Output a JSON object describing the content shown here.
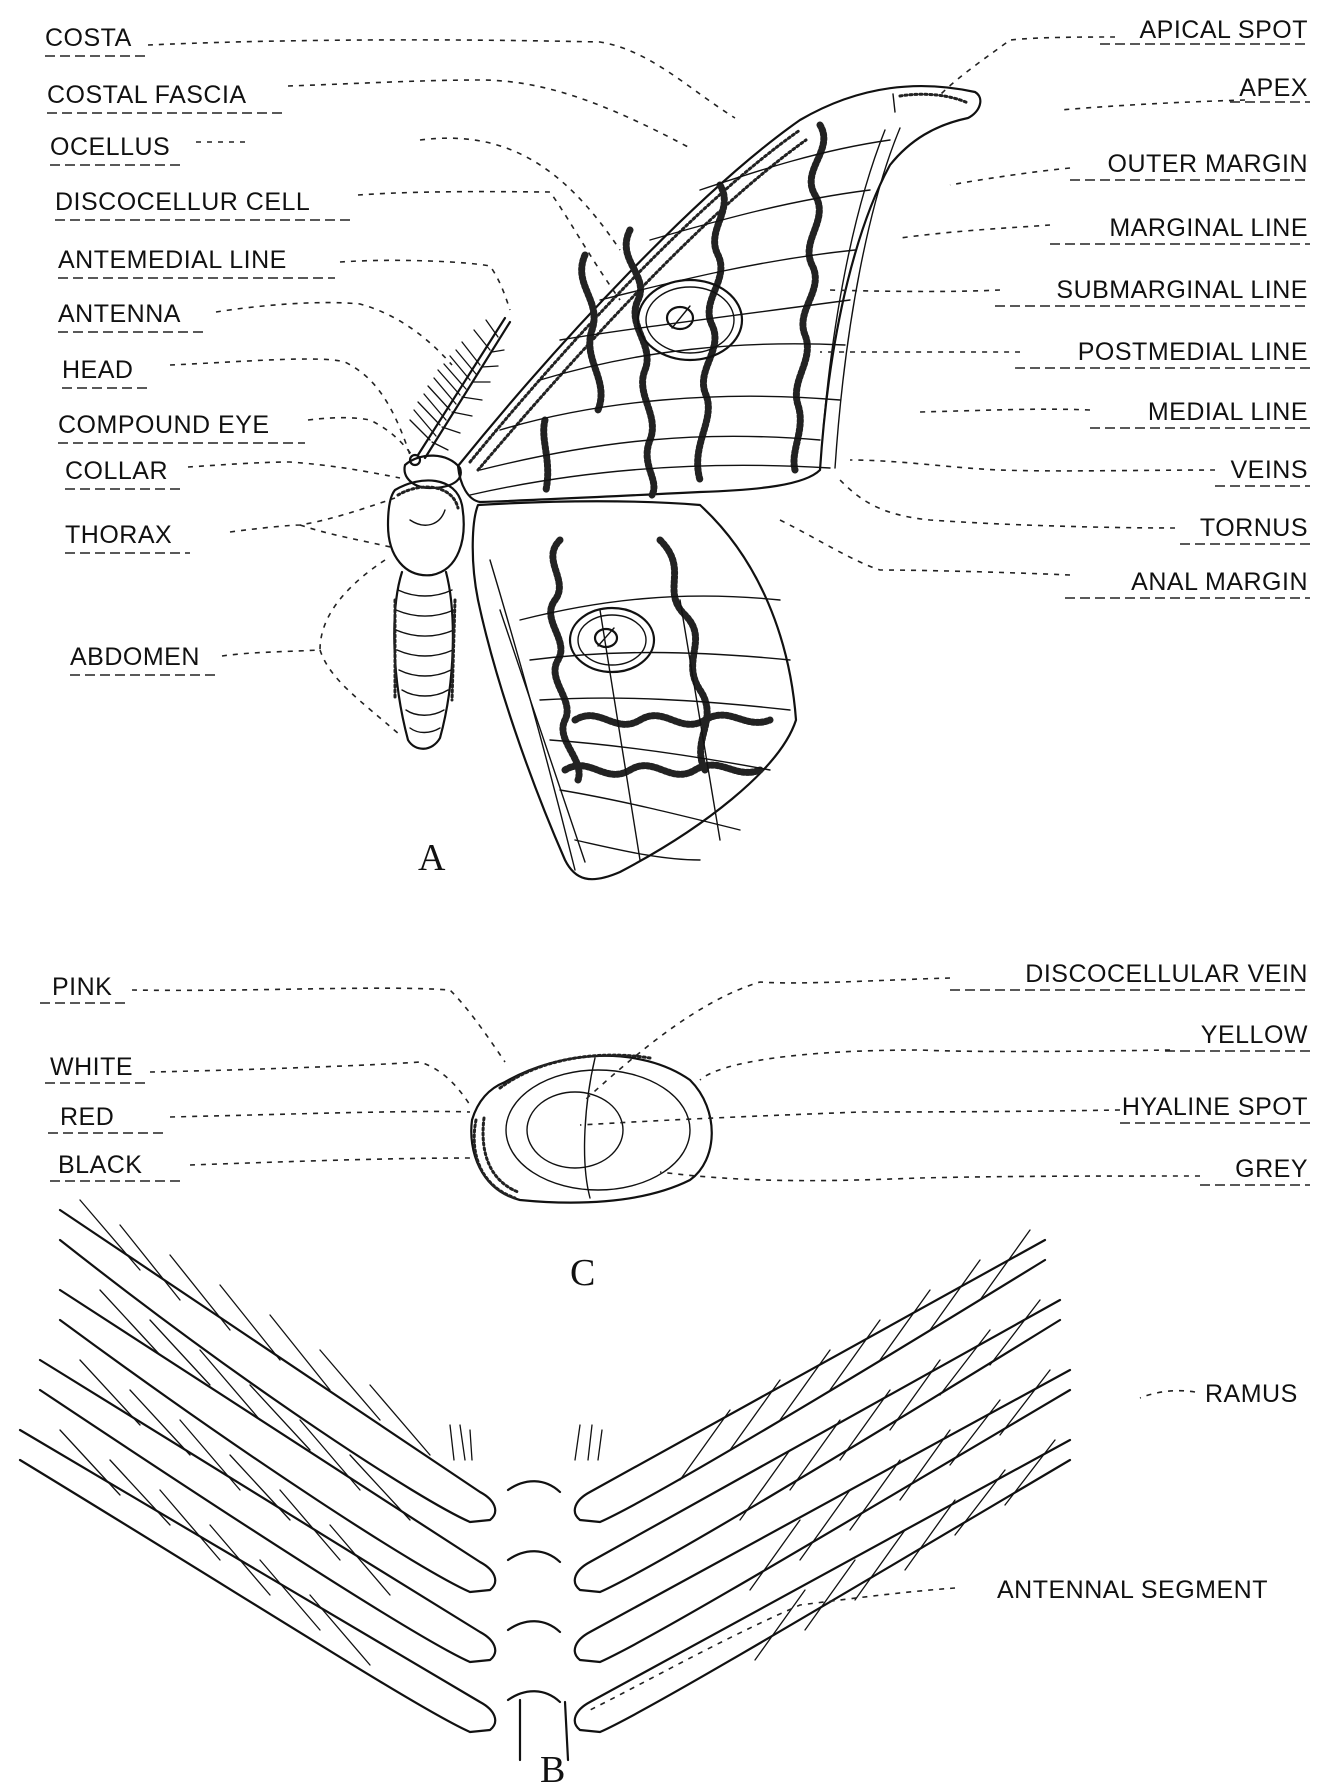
{
  "panels": {
    "a": "A",
    "b": "B",
    "c": "C"
  },
  "labels_a_left": {
    "costa": "COSTA",
    "costal_fascia": "COSTAL FASCIA",
    "ocellus": "OCELLUS",
    "discocellur_cell": "DISCOCELLUR CELL",
    "antemedial_line": "ANTEMEDIAL LINE",
    "antenna": "ANTENNA",
    "head": "HEAD",
    "compound_eye": "COMPOUND EYE",
    "collar": "COLLAR",
    "thorax": "THORAX",
    "abdomen": "ABDOMEN"
  },
  "labels_a_right": {
    "apical_spot": "APICAL SPOT",
    "apex": "APEX",
    "outer_margin": "OUTER MARGIN",
    "marginal_line": "MARGINAL LINE",
    "submarginal_line": "SUBMARGINAL LINE",
    "postmedial_line": "POSTMEDIAL LINE",
    "medial_line": "MEDIAL LINE",
    "veins": "VEINS",
    "tornus": "TORNUS",
    "anal_margin": "ANAL MARGIN"
  },
  "labels_c": {
    "pink": "PINK",
    "white": "WHITE",
    "red": "RED",
    "black": "BLACK",
    "discocellular_vein": "DISCOCELLULAR VEIN",
    "yellow": "YELLOW",
    "hyaline_spot": "HYALINE SPOT",
    "grey": "GREY"
  },
  "labels_b": {
    "ramus": "RAMUS",
    "antennal_segment": "ANTENNAL SEGMENT"
  }
}
